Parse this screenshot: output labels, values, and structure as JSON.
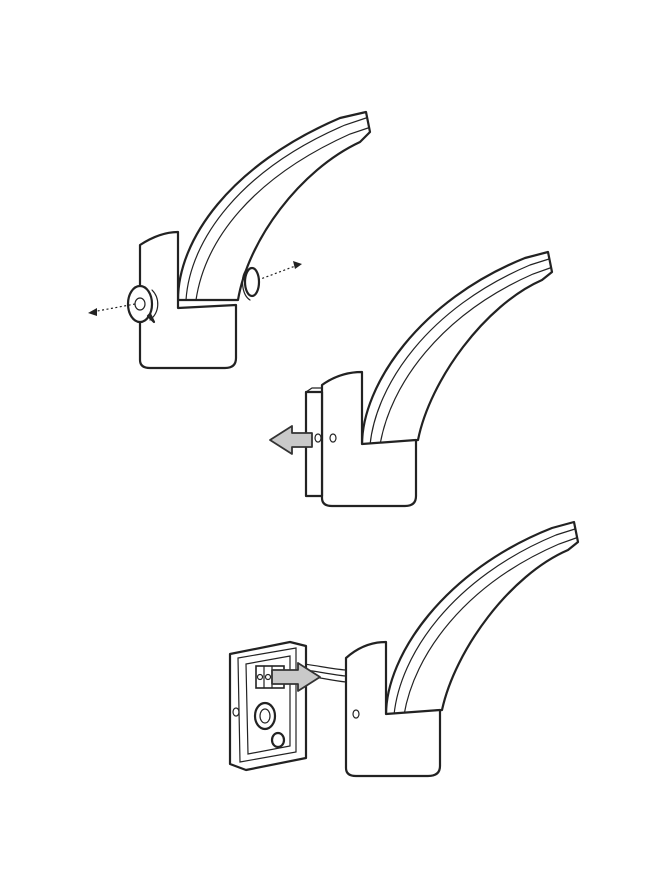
{
  "diagram": {
    "steps": [
      {
        "id": "step-1",
        "action": "loosen-side-screws"
      },
      {
        "id": "step-2",
        "action": "slide-off-mounting-bracket"
      },
      {
        "id": "step-3",
        "action": "connect-wires-to-terminal-block"
      }
    ],
    "colors": {
      "line": "#222222",
      "arrow_fill": "#c9c9c9",
      "background": "#ffffff"
    },
    "icons": [
      "rotate-arrow-icon",
      "direction-arrow-icon",
      "grey-block-arrow-icon"
    ]
  }
}
